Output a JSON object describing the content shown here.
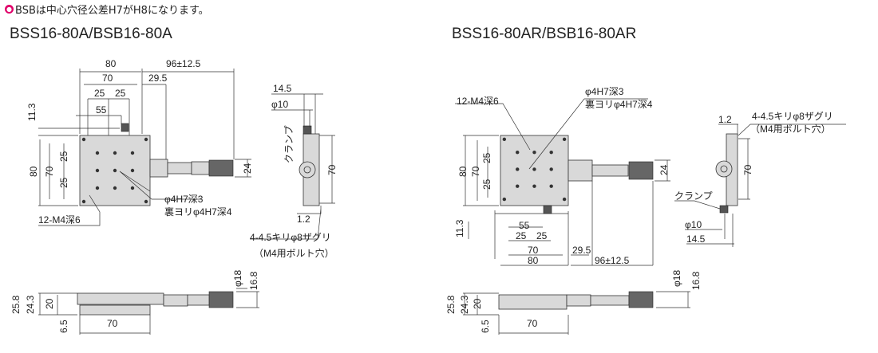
{
  "notice": {
    "text": "BSBは中心穴径公差H7がH8になります。",
    "icon": "pin-icon",
    "icon_color": "#e0006a"
  },
  "left": {
    "title": "BSS16-80A/BSB16-80A",
    "top": {
      "w80": "80",
      "range": "96±12.5",
      "w70": "70",
      "d29": "29.5",
      "p25a": "25",
      "p25b": "25",
      "d55": "55",
      "d11": "11.3",
      "h80": "80",
      "h70": "70",
      "v25a": "25",
      "v25b": "25",
      "h24": "24",
      "hole1": "φ4H7深3",
      "hole2": "裏ヨリφ4H7深4",
      "tap": "12-M4深6"
    },
    "side": {
      "d145": "14.5",
      "phi10": "φ10",
      "clamp": "クランプ",
      "h70": "70",
      "d12": "1.2",
      "cb1": "4-4.5キリφ8ザグリ",
      "cb2": "（M4用ボルト穴）"
    },
    "front": {
      "phi18": "φ18",
      "d168": "16.8",
      "d258": "25.8",
      "d243": "24.3",
      "d20": "20",
      "d65": "6.5",
      "w70": "70"
    }
  },
  "right": {
    "title": "BSS16-80AR/BSB16-80AR",
    "top": {
      "tap": "12-M4深6",
      "hole1": "φ4H7深3",
      "hole2": "裏ヨリφ4H7深4",
      "h80": "80",
      "h70": "70",
      "v25a": "25",
      "v25b": "25",
      "h24": "24",
      "d11": "11.3",
      "d55": "55",
      "p25a": "25",
      "p25b": "25",
      "w70": "70",
      "w80": "80",
      "d29": "29.5",
      "range": "96±12.5"
    },
    "side": {
      "d12": "1.2",
      "cb1": "4-4.5キリφ8ザグリ",
      "cb2": "（M4用ボルト穴）",
      "h70": "70",
      "clamp": "クランプ",
      "phi10": "φ10",
      "d145": "14.5"
    },
    "front": {
      "phi18": "φ18",
      "d168": "16.8",
      "d258": "25.8",
      "d243": "24.3",
      "d20": "20",
      "d65": "6.5",
      "w70": "70"
    }
  }
}
